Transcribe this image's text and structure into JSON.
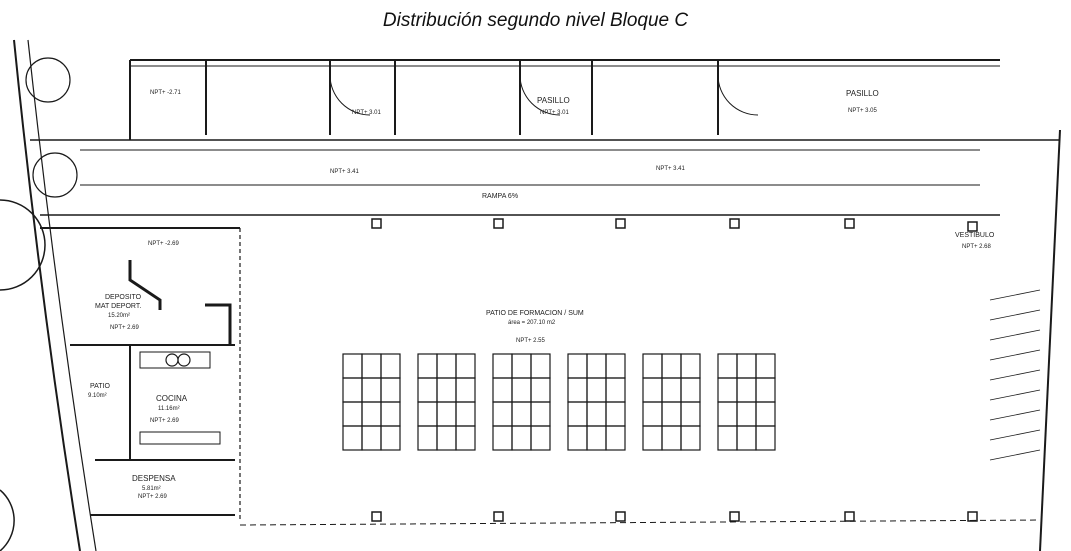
{
  "title": "Distribución segundo nivel Bloque C",
  "rooms": {
    "pasillo_1": "PASILLO",
    "pasillo_2": "PASILLO",
    "rampa": "RAMPA 6%",
    "patio": "PATIO DE FORMACION / SUM",
    "patio_area": "área = 207.10 m2",
    "deposito_1": "DEPOSITO",
    "deposito_2": "MAT DEPORT.",
    "deposito_area": "15.20m²",
    "cocina": "COCINA",
    "cocina_area": "11.16m²",
    "patio_small_1": "PATIO",
    "patio_small_2": "9.10m²",
    "despensa": "DESPENSA",
    "despensa_area": "5.81m²",
    "vestibulo": "VESTIBULO"
  },
  "levels": {
    "lv_top_left": "NPT+ -2.71",
    "lv_room_2": "NPT+ 3.01",
    "lv_pasillo_1": "NPT+ 3.01",
    "lv_pasillo_2": "NPT+ 3.05",
    "lv_corr_1": "NPT+ 3.41",
    "lv_corr_2": "NPT+ 3.41",
    "lv_deposit_entry": "NPT+ -2.69",
    "lv_deposito": "NPT+ 2.69",
    "lv_cocina": "NPT+ 2.69",
    "lv_despensa": "NPT+ 2.69",
    "lv_patio": "NPT+ 2.55",
    "lv_vestibulo": "NPT+ 2.68"
  },
  "table_grid": {
    "tables": 6,
    "cols": 3,
    "rows": 4
  }
}
